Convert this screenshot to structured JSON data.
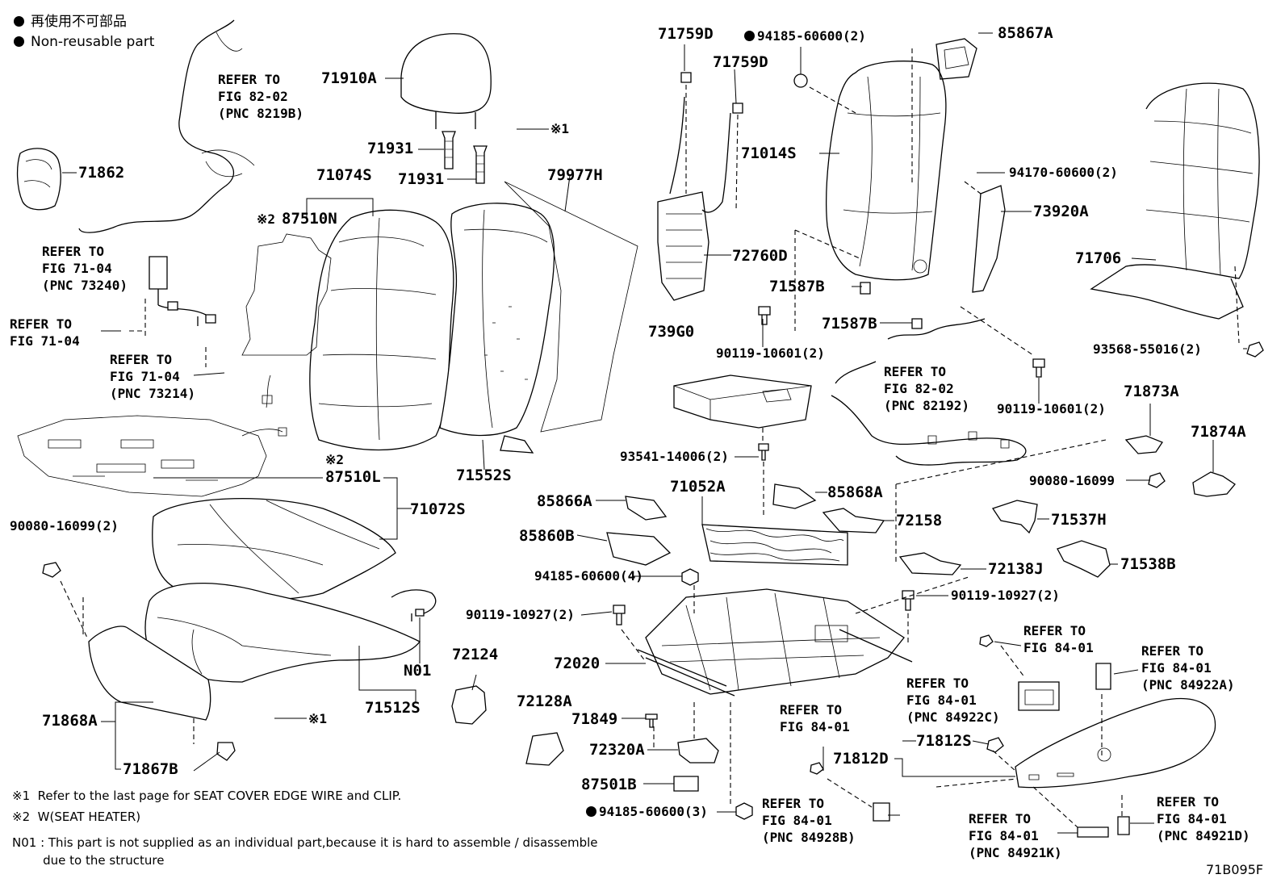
{
  "legend": {
    "jp_label": "再使用不可部品",
    "en_label": "Non-reusable part"
  },
  "parts": {
    "p71910A": "71910A",
    "p71931a": "71931",
    "p71931b": "71931",
    "p71862": "71862",
    "p71074S": "71074S",
    "p87510N": "87510N",
    "p79977H": "79977H",
    "p71552S": "71552S",
    "p87510L": "87510L",
    "p71072S": "71072S",
    "p90080_16099_2": "90080-16099(2)",
    "p71868A": "71868A",
    "p71867B": "71867B",
    "p71512S": "71512S",
    "pN01": "N01",
    "p72124": "72124",
    "p71759D_a": "71759D",
    "p71759D_b": "71759D",
    "p94185_60600_2": "94185-60600(2)",
    "p85867A": "85867A",
    "p71014S": "71014S",
    "p94170_60600_2": "94170-60600(2)",
    "p73920A": "73920A",
    "p71706": "71706",
    "p72760D": "72760D",
    "p71587B_a": "71587B",
    "p71587B_b": "71587B",
    "p739G0": "739G0",
    "p90119_10601_2a": "90119-10601(2)",
    "p90119_10601_2b": "90119-10601(2)",
    "p93568_55016_2": "93568-55016(2)",
    "p71873A": "71873A",
    "p71874A": "71874A",
    "p90080_16099": "90080-16099",
    "p93541_14006_2": "93541-14006(2)",
    "p71052A": "71052A",
    "p85868A": "85868A",
    "p85866A": "85866A",
    "p72158": "72158",
    "p71537H": "71537H",
    "p85860B": "85860B",
    "p71538B": "71538B",
    "p72138J": "72138J",
    "p94185_60600_4": "94185-60600(4)",
    "p90119_10927_2a": "90119-10927(2)",
    "p90119_10927_2b": "90119-10927(2)",
    "p72020": "72020",
    "p72128A": "72128A",
    "p71849": "71849",
    "p72320A": "72320A",
    "p87501B": "87501B",
    "p94185_60600_3": "94185-60600(3)",
    "p71812D": "71812D",
    "p71812S": "71812S"
  },
  "refs": {
    "r_fig8202_8219B": "REFER TO\nFIG 82-02\n(PNC 8219B)",
    "r_fig7104_73240": "REFER TO\nFIG 71-04\n(PNC 73240)",
    "r_fig7104": "REFER TO\nFIG 71-04",
    "r_fig7104_73214": "REFER TO\nFIG 71-04\n(PNC 73214)",
    "r_fig8202_82192": "REFER TO\nFIG 82-02\n(PNC 82192)",
    "r_fig8401_a": "REFER TO\nFIG 84-01",
    "r_fig8401_84922A": "REFER TO\nFIG 84-01\n(PNC 84922A)",
    "r_fig8401_84922C": "REFER TO\nFIG 84-01\n(PNC 84922C)",
    "r_fig8401_b": "REFER TO\nFIG 84-01",
    "r_fig8401_84928B": "REFER TO\nFIG 84-01\n(PNC 84928B)",
    "r_fig8401_84921K": "REFER TO\nFIG 84-01\n(PNC 84921K)",
    "r_fig8401_84921D": "REFER TO\nFIG 84-01\n(PNC 84921D)"
  },
  "marks": {
    "m_x1_top": "※1",
    "m_x1_bottom": "※1",
    "m_x2_a": "※2",
    "m_x2_b": "※2"
  },
  "notes": {
    "note1": "※1  Refer to the last page for SEAT COVER EDGE WIRE and CLIP.",
    "note2": "※2  W(SEAT HEATER)",
    "note3": "N01 : This part is not supplied as an individual part,because it is hard to assemble / disassemble",
    "note4": "        due to the structure"
  },
  "figure_id": "71B095F"
}
